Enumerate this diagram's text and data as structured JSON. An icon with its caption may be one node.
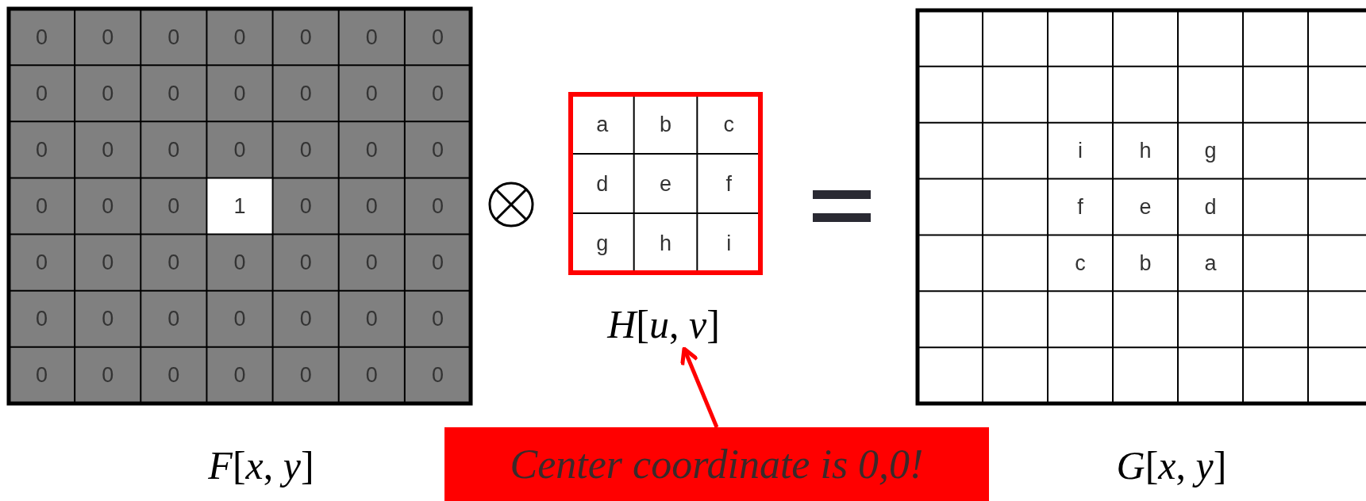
{
  "diagram": {
    "nodes": [
      {
        "text": [
          "Center coordinate is 0,0!"
        ]
      },
      {
        "text": [
          "*H*[*u*, *v*]"
        ]
      }
    ],
    "edges": [
      {
        "from": 0,
        "to": 1,
        "arrow": "to"
      }
    ],
    "labels": [
      "0",
      "0",
      "0",
      "0",
      "0",
      "0",
      "0",
      "0",
      "0",
      "0",
      "0",
      "0",
      "0",
      "0",
      "0",
      "0",
      "0",
      "0",
      "0",
      "0",
      "0",
      "0",
      "0",
      "0",
      "1",
      "0",
      "0",
      "0",
      "0",
      "0",
      "0",
      "0",
      "0",
      "0",
      "0",
      "0",
      "0",
      "0",
      "0",
      "0",
      "0",
      "0",
      "0",
      "0",
      "0",
      "0",
      "0",
      "0",
      "0",
      "a",
      "b",
      "c",
      "d",
      "e",
      "f",
      "g",
      "h",
      "i",
      "i",
      "h",
      "g",
      "f",
      "e",
      "d",
      "c",
      "b",
      "a",
      "*F*[*x*, *y*]",
      "*G*[*x*, *y*]"
    ]
  }
}
